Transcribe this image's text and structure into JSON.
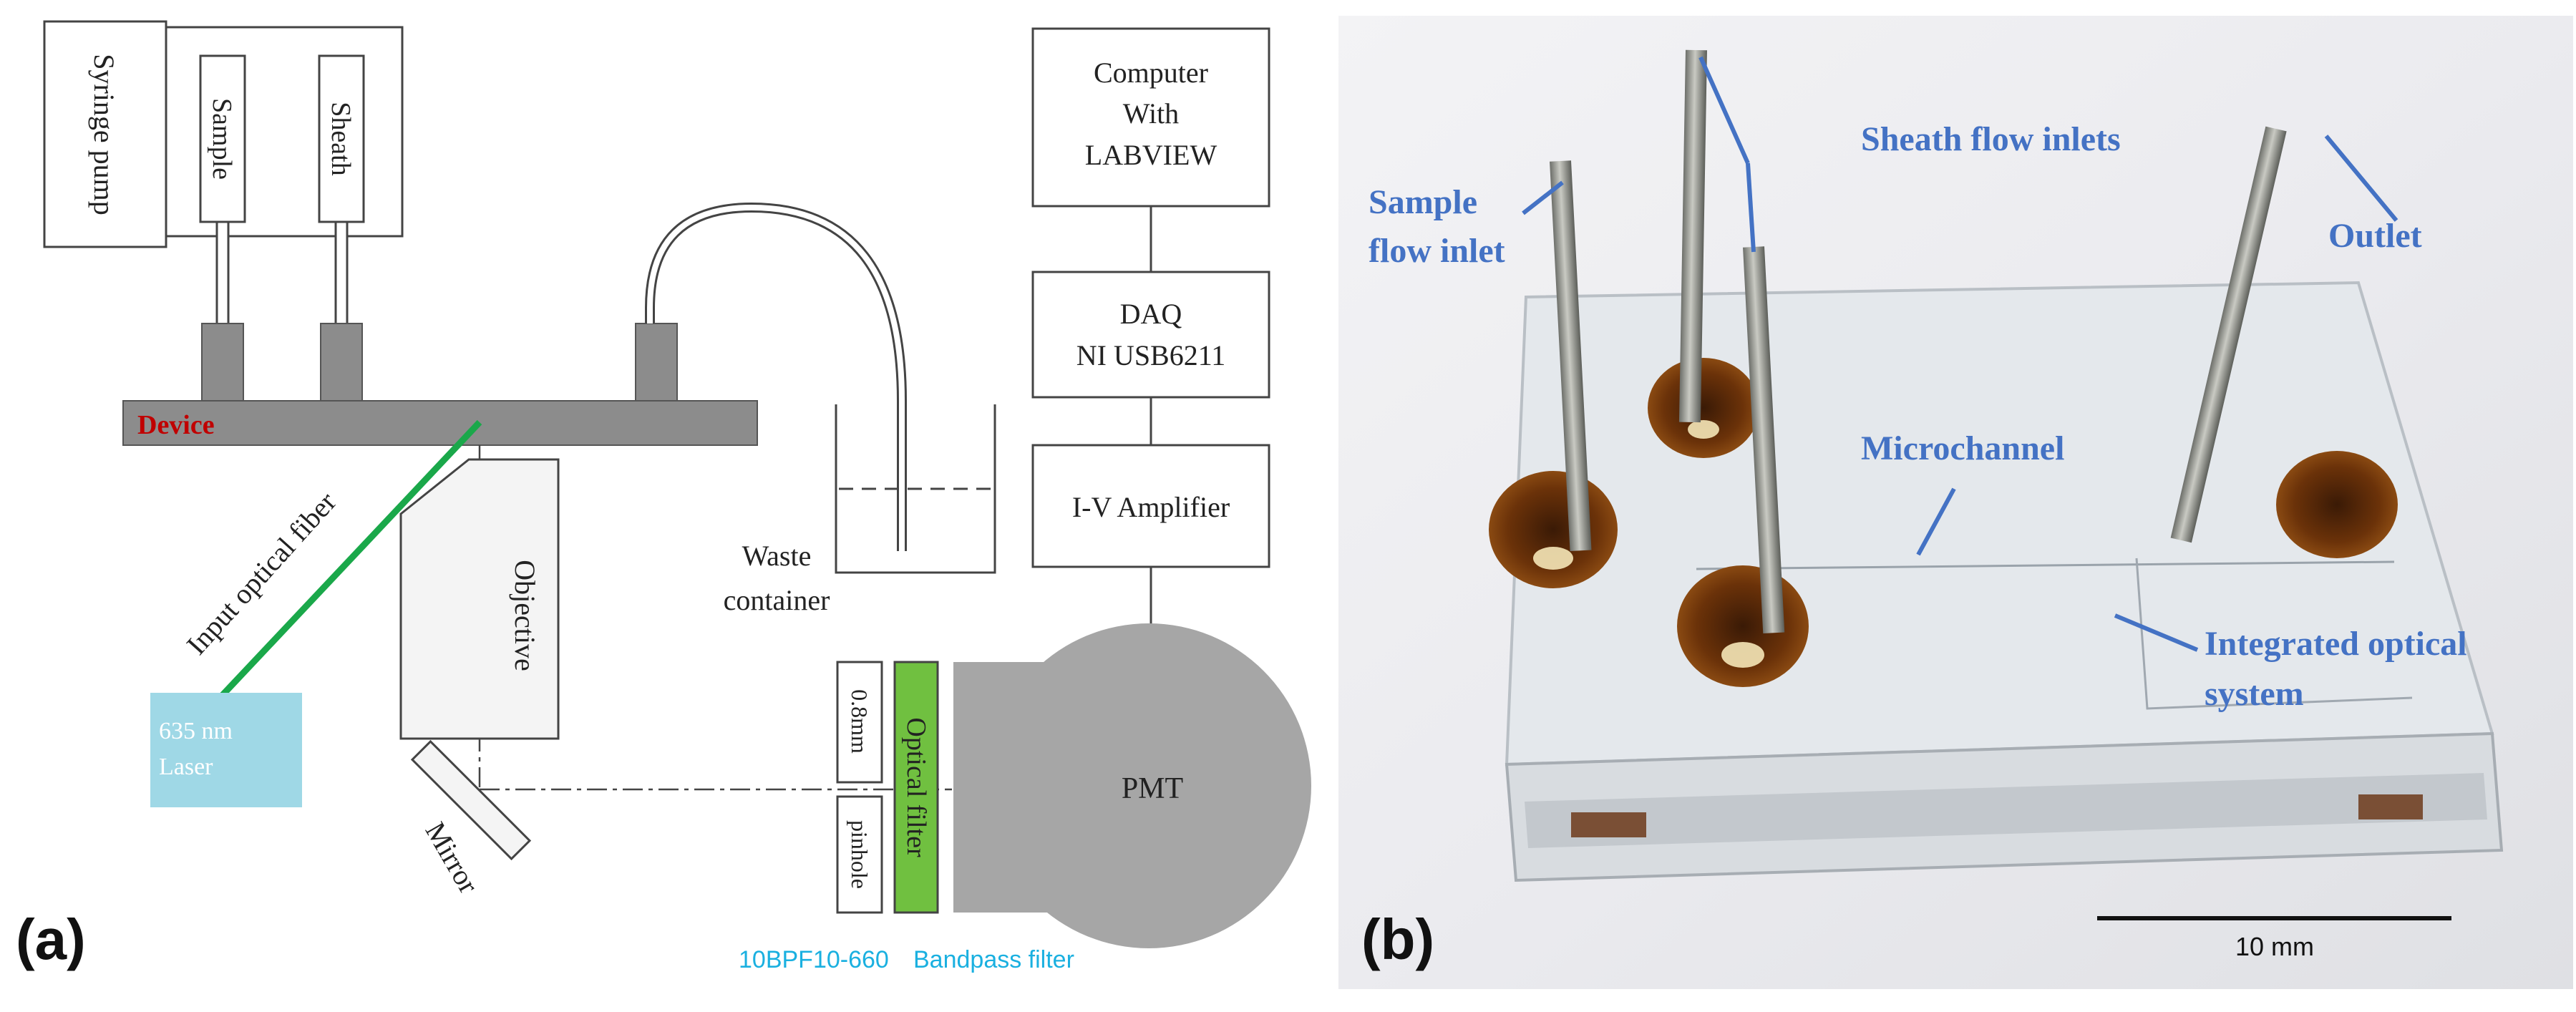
{
  "panel_a": {
    "panel_label": "(a)",
    "syringe_pump": "Syringe pump",
    "sample": "Sample",
    "sheath": "Sheath",
    "device": "Device",
    "input_optical_fiber": "Input optical fiber",
    "laser_line1": "635 nm",
    "laser_line2": "Laser",
    "objective": "Objective",
    "mirror": "Mirror",
    "waste_line1": "Waste",
    "waste_line2": "container",
    "computer_line1": "Computer",
    "computer_line2": "With",
    "computer_line3": "LABVIEW",
    "daq_line1": "DAQ",
    "daq_line2": "NI USB6211",
    "amplifier": "I-V Amplifier",
    "pinhole_size": "0.8mm",
    "pinhole": "pinhole",
    "optical_filter": "Optical filter",
    "pmt": "PMT",
    "filter_part": "10BPF10-660",
    "bandpass": "Bandpass filter",
    "colors": {
      "device_label": "#c00000",
      "fiber": "#1aa84a",
      "laser": "#9fd8e6",
      "filter": "#70c040",
      "caption_cyan": "#1ab0e0",
      "gray": "#8c8c8c",
      "pmt_gray": "#a6a6a6"
    }
  },
  "panel_b": {
    "panel_label": "(b)",
    "sample_flow_line1": "Sample",
    "sample_flow_line2": "flow inlet",
    "sheath_flow_inlets": "Sheath flow inlets",
    "outlet": "Outlet",
    "microchannel": "Microchannel",
    "optical_line1": "Integrated optical",
    "optical_line2": "system",
    "scale_bar": "10 mm",
    "colors": {
      "annotation": "#4472c4"
    }
  }
}
